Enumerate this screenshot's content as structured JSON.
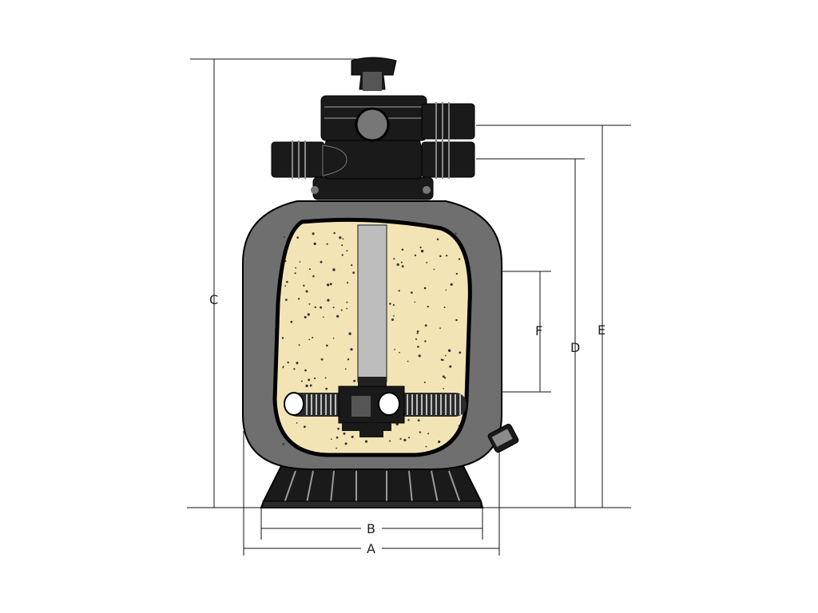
{
  "diagram": {
    "labels": {
      "A": "A",
      "B": "B",
      "C": "C",
      "D": "D",
      "E": "E",
      "F": "F"
    }
  },
  "colors": {
    "tank_shell": "#6f6f6f",
    "sand": "#f3e4b5",
    "pipe": "#bdbdbd",
    "valve": "#1a1a1a",
    "base": "#1a1a1a",
    "outline": "#000000"
  }
}
